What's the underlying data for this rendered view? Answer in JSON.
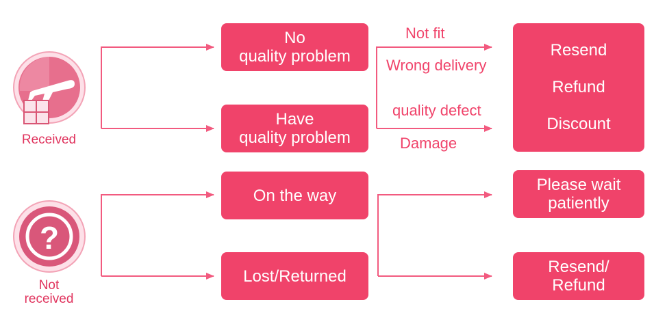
{
  "colors": {
    "accent": "#f0436a",
    "line": "#f25a7f",
    "icon_bg": "#f7b9c8",
    "icon_dark": "#c73a5a"
  },
  "left": {
    "received": {
      "label": "Received",
      "icon": "airplane-package-icon"
    },
    "not_received": {
      "label_lines": [
        "Not",
        "received"
      ],
      "icon": "question-mark-icon"
    }
  },
  "middle": {
    "no_quality_problem": [
      "No",
      "quality problem"
    ],
    "have_quality_problem": [
      "Have",
      "quality problem"
    ],
    "on_the_way": "On the way",
    "lost_returned": "Lost/Returned"
  },
  "reasons": {
    "not_fit": "Not fit",
    "wrong_delivery": "Wrong delivery",
    "quality_defect": "quality defect",
    "damage": "Damage"
  },
  "right": {
    "solutions": [
      "Resend",
      "Refund",
      "Discount"
    ],
    "please_wait": [
      "Please wait",
      "patiently"
    ],
    "resend_refund": [
      "Resend/",
      "Refund"
    ]
  }
}
